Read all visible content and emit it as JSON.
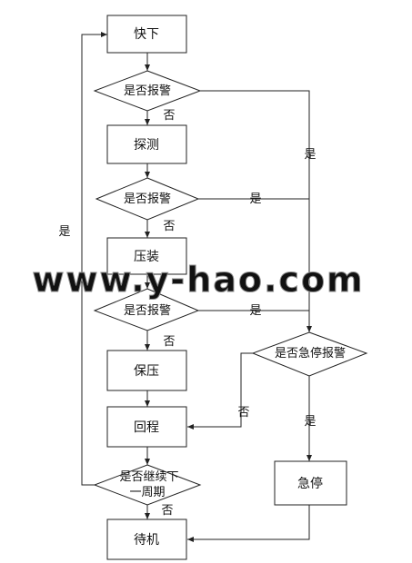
{
  "diagram": {
    "nodes": {
      "fast_down": "快下",
      "alarm_check_1": "是否报警",
      "detect": "探测",
      "alarm_check_2": "是否报警",
      "press_fit": "压装",
      "alarm_check_3": "是否报警",
      "hold_pressure": "保压",
      "return_stroke": "回程",
      "continue_check_line1": "是否继续下",
      "continue_check_line2": "一周期",
      "standby": "待机",
      "emergency_check": "是否急停报警",
      "emergency_stop": "急停"
    },
    "edge_labels": {
      "no_1": "否",
      "no_2": "否",
      "no_3": "否",
      "no_4": "否",
      "no_emergency": "否",
      "yes_1": "是",
      "yes_2": "是",
      "yes_3": "是",
      "yes_emergency": "是",
      "yes_continue": "是"
    },
    "watermark": "www.y-hao.com"
  }
}
